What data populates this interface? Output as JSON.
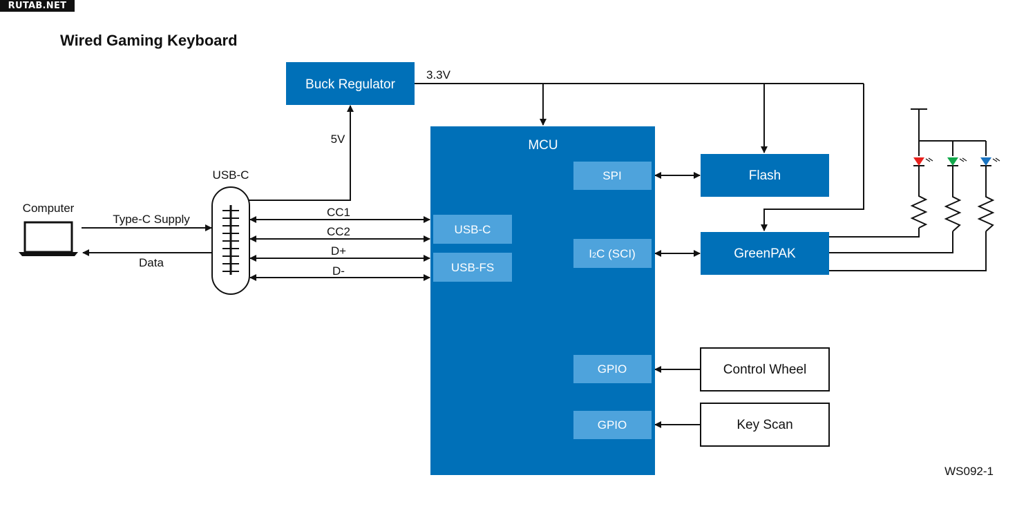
{
  "watermark": "RUTAB.NET",
  "title": "Wired Gaming Keyboard",
  "figure_id": "WS092-1",
  "colors": {
    "block": "#0070b8",
    "port": "#4ea3dc",
    "line": "#111111",
    "led_red": "#e8211c",
    "led_green": "#12a84b",
    "led_blue": "#1a73c0"
  },
  "blocks": {
    "buck_regulator": "Buck Regulator",
    "mcu": "MCU",
    "flash": "Flash",
    "greenpak": "GreenPAK",
    "control_wheel": "Control Wheel",
    "key_scan": "Key Scan"
  },
  "mcu_ports": {
    "usb_c": "USB-C",
    "usb_fs": "USB-FS",
    "spi": "SPI",
    "i2c_main": "I",
    "i2c_sub": "2",
    "i2c_rest": "C (SCI)",
    "gpio_1": "GPIO",
    "gpio_2": "GPIO"
  },
  "connector": "USB-C",
  "computer": "Computer",
  "signals": {
    "v33": "3.3V",
    "v5": "5V",
    "type_c_supply": "Type-C Supply",
    "data": "Data",
    "cc1": "CC1",
    "cc2": "CC2",
    "dplus": "D+",
    "dminus": "D-"
  }
}
